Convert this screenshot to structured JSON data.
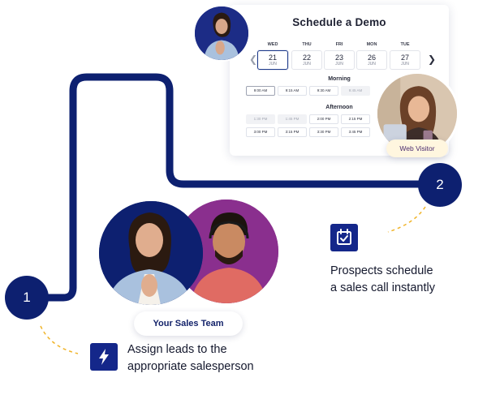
{
  "schedule_card": {
    "title": "Schedule a Demo",
    "days": [
      {
        "weekday": "WED",
        "date": "21",
        "month": "JUN",
        "selected": true
      },
      {
        "weekday": "THU",
        "date": "22",
        "month": "JUN",
        "selected": false
      },
      {
        "weekday": "FRI",
        "date": "23",
        "month": "JUN",
        "selected": false
      },
      {
        "weekday": "MON",
        "date": "26",
        "month": "JUN",
        "selected": false
      },
      {
        "weekday": "TUE",
        "date": "27",
        "month": "JUN",
        "selected": false
      }
    ],
    "morning_label": "Morning",
    "morning_slots": [
      {
        "time": "9:00 AM",
        "available": true
      },
      {
        "time": "9:15 AM",
        "available": true
      },
      {
        "time": "9:30 AM",
        "available": true
      },
      {
        "time": "9:45 AM",
        "available": false
      }
    ],
    "afternoon_label": "Afternoon",
    "afternoon_slots_row1": [
      {
        "time": "1:30 PM",
        "available": false
      },
      {
        "time": "1:45 PM",
        "available": false
      },
      {
        "time": "2:00 PM",
        "available": true
      },
      {
        "time": "2:15 PM",
        "available": true
      }
    ],
    "afternoon_slots_row2": [
      {
        "time": "3:00 PM",
        "available": true
      },
      {
        "time": "3:15 PM",
        "available": true
      },
      {
        "time": "3:30 PM",
        "available": true
      },
      {
        "time": "3:45 PM",
        "available": true
      }
    ],
    "prev_icon": "chevron-left-icon",
    "next_icon": "chevron-right-icon"
  },
  "visitor_label": "Web Visitor",
  "team_label": "Your Sales Team",
  "steps": [
    {
      "number": "1",
      "icon": "lightning-bolt-icon",
      "text_lines": [
        "Assign leads to the",
        "appropriate salesperson"
      ]
    },
    {
      "number": "2",
      "icon": "calendar-check-icon",
      "text_lines": [
        "Prospects schedule",
        "a sales call instantly"
      ]
    }
  ],
  "colors": {
    "navy": "#0d2070",
    "icon_blue": "#14278a",
    "dashed_connector": "#f0b429",
    "team_purple": "#8a2f8e",
    "visitor_pill_bg": "#fff6df"
  }
}
